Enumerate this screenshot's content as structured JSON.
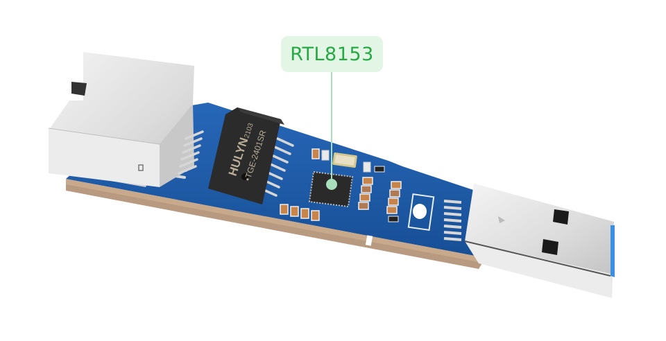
{
  "image": {
    "subject": "USB 3.0 to Gigabit Ethernet adapter board",
    "background": "#ffffff"
  },
  "callout": {
    "label": "RTL8153",
    "text_color": "#27a844",
    "box_color": "#e3f6e6",
    "line_color": "#a8e0bd"
  },
  "components": {
    "transformer": {
      "brand": "HULYN",
      "date_code": "2103",
      "part_number": "•TGE-2401SR"
    },
    "controller_chip": "RTL8153",
    "ethernet_port": "RJ45 jack",
    "usb_connector": "USB 3.0 Type-A plug"
  },
  "colors": {
    "pcb_blue": "#1d5aa8",
    "pcb_edge": "#b89a80",
    "metal": "#e8e8e8",
    "chip_black": "#2b2b2b",
    "usb_blue_insert": "#3d8fe0"
  }
}
